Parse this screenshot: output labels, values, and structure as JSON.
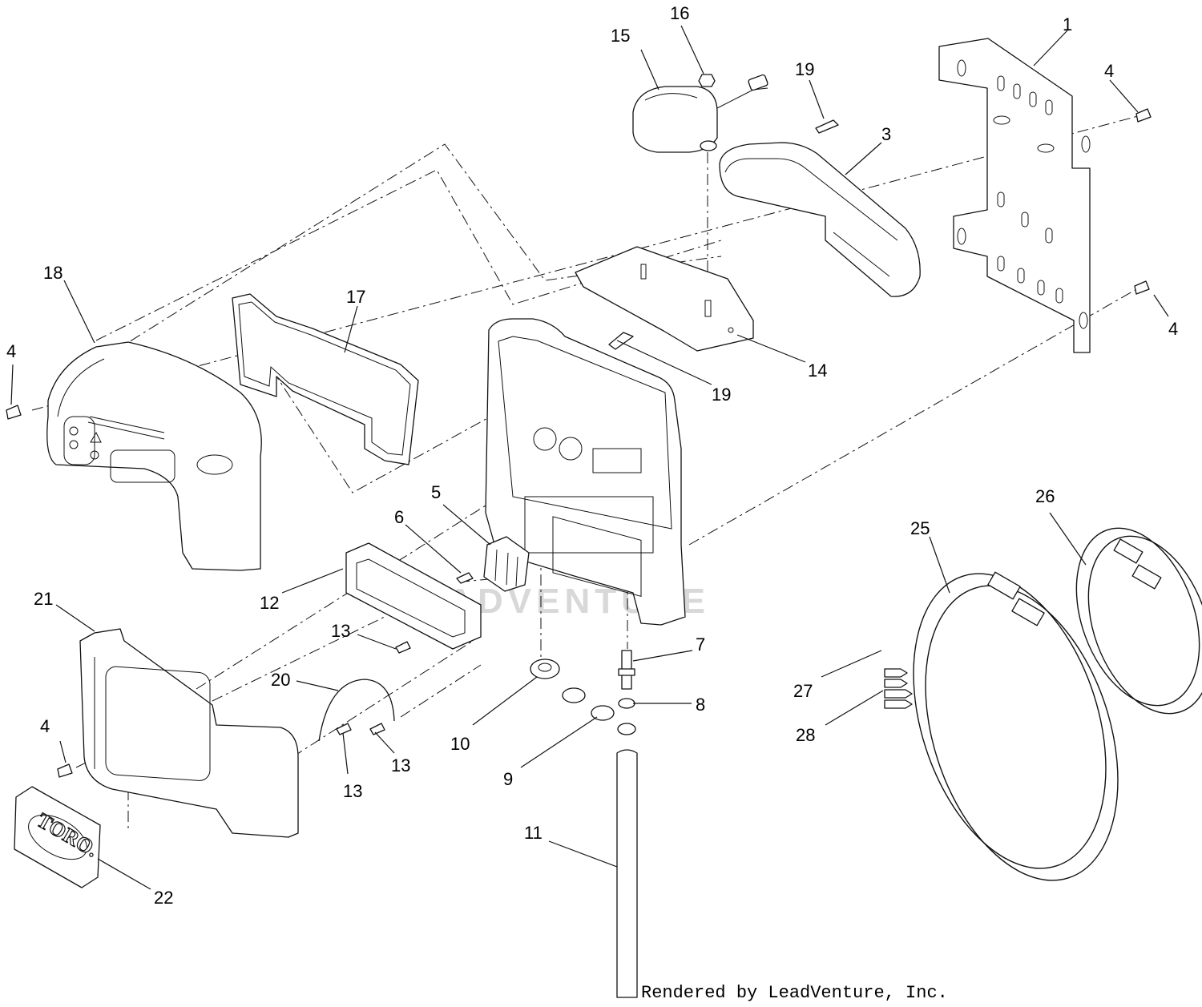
{
  "watermark": "LEADVENTURE",
  "credit": "Rendered by LeadVenture, Inc.",
  "logo_text": "TORO.",
  "callouts": [
    {
      "id": "c1",
      "label": "1"
    },
    {
      "id": "c3",
      "label": "3"
    },
    {
      "id": "c4a",
      "label": "4"
    },
    {
      "id": "c4b",
      "label": "4"
    },
    {
      "id": "c4c",
      "label": "4"
    },
    {
      "id": "c4d",
      "label": "4"
    },
    {
      "id": "c5",
      "label": "5"
    },
    {
      "id": "c6",
      "label": "6"
    },
    {
      "id": "c7",
      "label": "7"
    },
    {
      "id": "c8",
      "label": "8"
    },
    {
      "id": "c9",
      "label": "9"
    },
    {
      "id": "c10",
      "label": "10"
    },
    {
      "id": "c11",
      "label": "11"
    },
    {
      "id": "c12",
      "label": "12"
    },
    {
      "id": "c13a",
      "label": "13"
    },
    {
      "id": "c13b",
      "label": "13"
    },
    {
      "id": "c13c",
      "label": "13"
    },
    {
      "id": "c14",
      "label": "14"
    },
    {
      "id": "c15",
      "label": "15"
    },
    {
      "id": "c16",
      "label": "16"
    },
    {
      "id": "c17",
      "label": "17"
    },
    {
      "id": "c18",
      "label": "18"
    },
    {
      "id": "c19a",
      "label": "19"
    },
    {
      "id": "c19b",
      "label": "19"
    },
    {
      "id": "c20",
      "label": "20"
    },
    {
      "id": "c21",
      "label": "21"
    },
    {
      "id": "c22",
      "label": "22"
    },
    {
      "id": "c25",
      "label": "25"
    },
    {
      "id": "c26",
      "label": "26"
    },
    {
      "id": "c27",
      "label": "27"
    },
    {
      "id": "c28",
      "label": "28"
    }
  ]
}
